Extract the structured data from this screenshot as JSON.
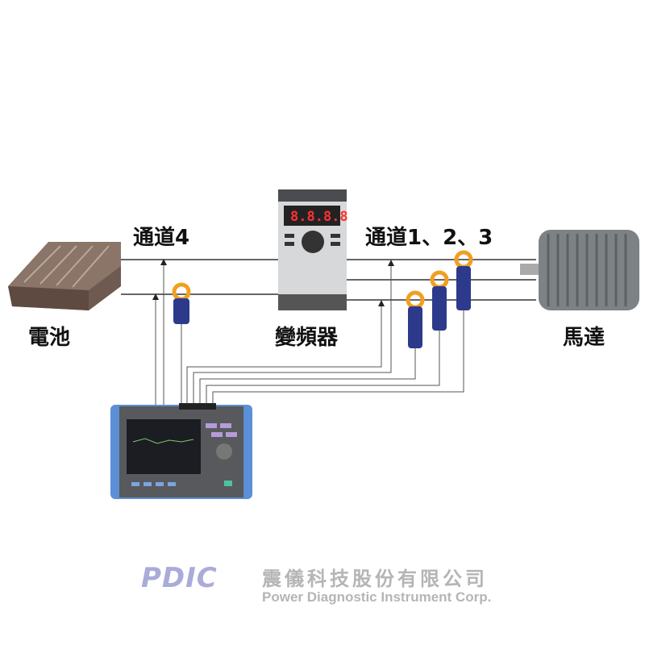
{
  "labels": {
    "channel4": "通道4",
    "channel123": "通道1、2、3",
    "battery": "電池",
    "inverter": "變頻器",
    "motor": "馬達"
  },
  "inverter_display": "8.8.8.8",
  "company": {
    "logo": "PDIC",
    "name_zh": "震儀科技股份有限公司",
    "name_en": "Power Diagnostic Instrument Corp."
  },
  "colors": {
    "logo": "#a9acd8",
    "wire": "#333333",
    "analyzer_bumper": "#5b8fd6",
    "clamp_body": "#2d3a8c",
    "clamp_jaw": "#f0a020"
  }
}
